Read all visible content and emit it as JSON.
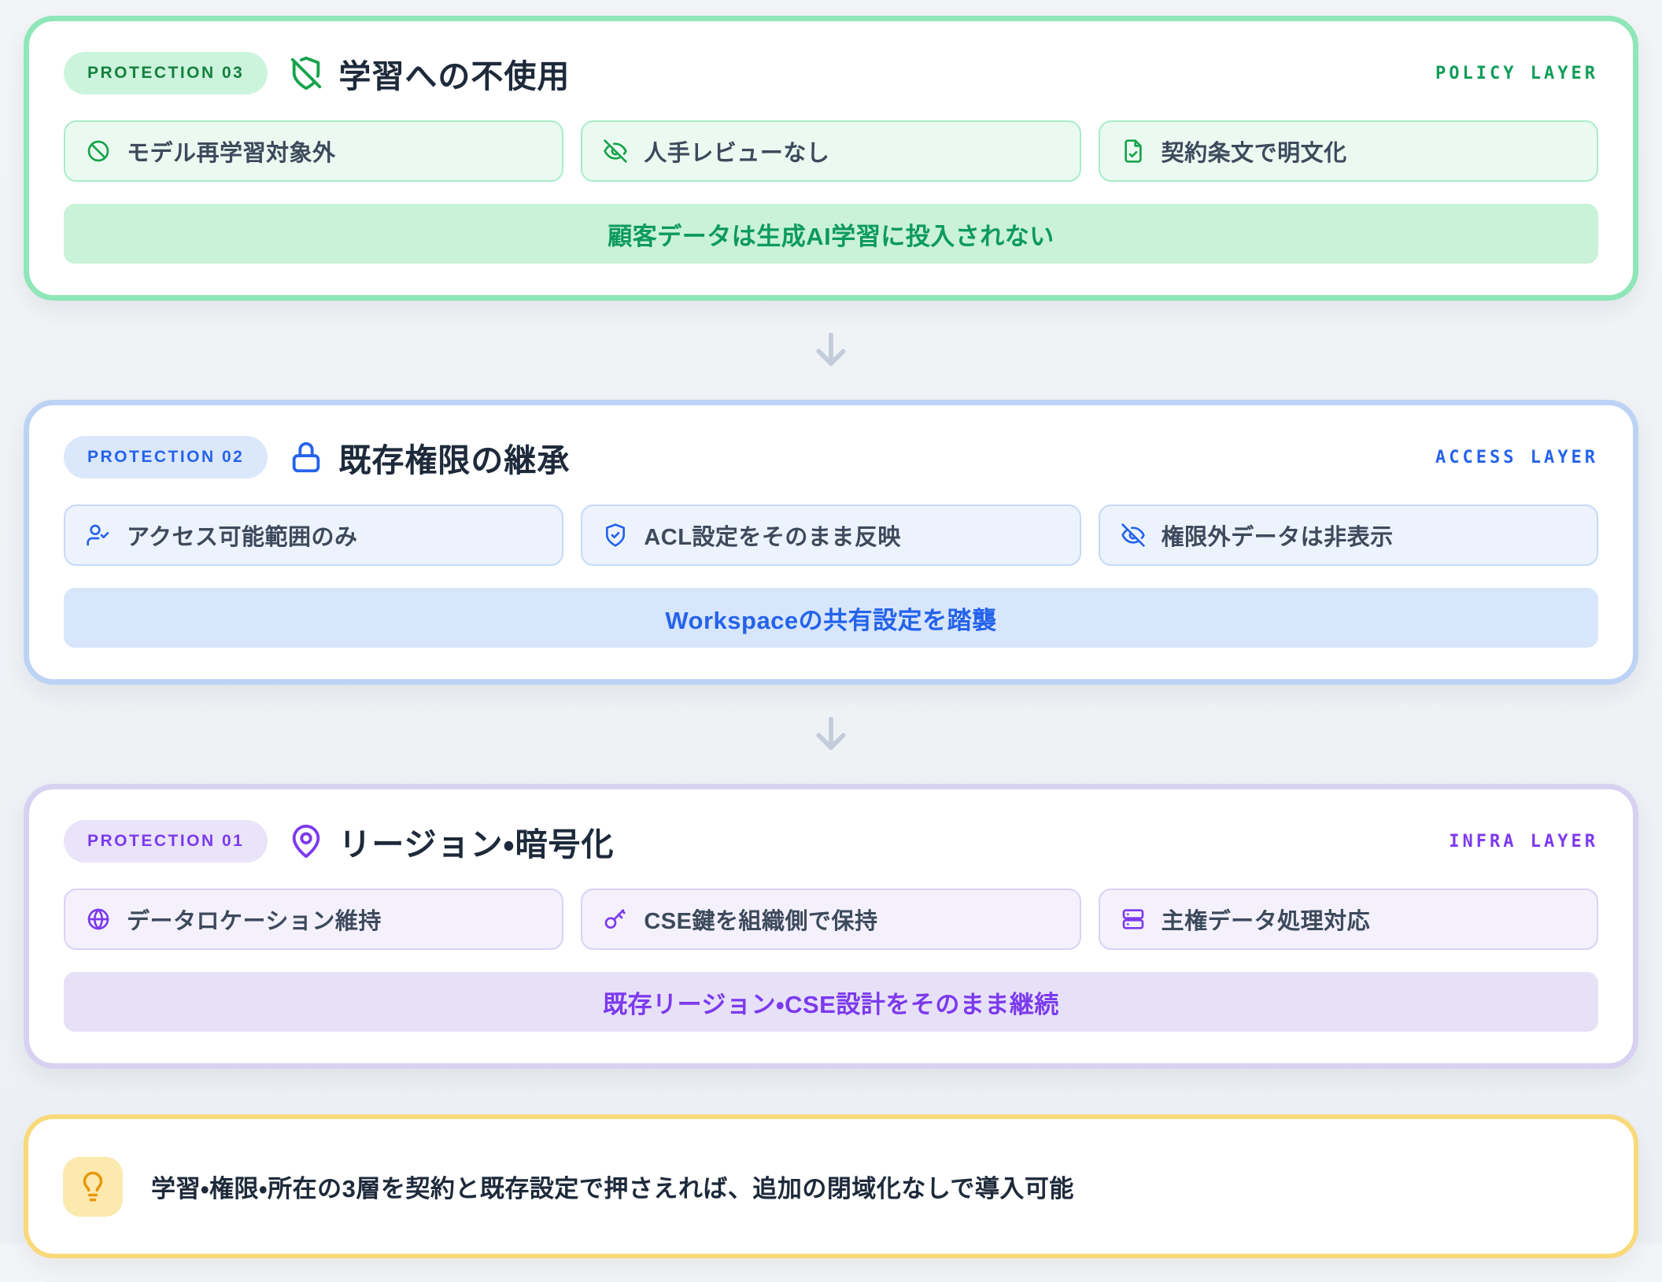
{
  "cards": [
    {
      "badge": "PROTECTION 03",
      "title": "学習への不使用",
      "layer": "POLICY LAYER",
      "accent_color": "#16a34a",
      "icon": "shield-off-icon",
      "chips": [
        {
          "icon": "ban-icon",
          "label": "モデル再学習対象外"
        },
        {
          "icon": "eye-off-icon",
          "label": "人手レビューなし"
        },
        {
          "icon": "file-check-icon",
          "label": "契約条文で明文化"
        }
      ],
      "banner": "顧客データは生成AI学習に投入されない"
    },
    {
      "badge": "PROTECTION 02",
      "title": "既存権限の継承",
      "layer": "ACCESS LAYER",
      "accent_color": "#2563eb",
      "icon": "lock-icon",
      "chips": [
        {
          "icon": "user-check-icon",
          "label": "アクセス可能範囲のみ"
        },
        {
          "icon": "shield-check-icon",
          "label": "ACL設定をそのまま反映"
        },
        {
          "icon": "eye-off-icon",
          "label": "権限外データは非表示"
        }
      ],
      "banner": "Workspaceの共有設定を踏襲"
    },
    {
      "badge": "PROTECTION 01",
      "title": "リージョン・暗号化",
      "layer": "INFRA LAYER",
      "accent_color": "#7c3aed",
      "icon": "map-pin-icon",
      "chips": [
        {
          "icon": "globe-icon",
          "label": "データロケーション維持"
        },
        {
          "icon": "key-icon",
          "label": "CSE鍵を組織側で保持"
        },
        {
          "icon": "server-icon",
          "label": "主権データ処理対応"
        }
      ],
      "banner": "既存リージョン・CSE設計をそのまま継続"
    }
  ],
  "note": {
    "icon": "lightbulb-icon",
    "text": "学習・権限・所在の3層を契約と既存設定で押さえれば、追加の閉域化なしで導入可能"
  },
  "note_border_color": "#f9d97a",
  "arrow_color": "#c3ccd8"
}
